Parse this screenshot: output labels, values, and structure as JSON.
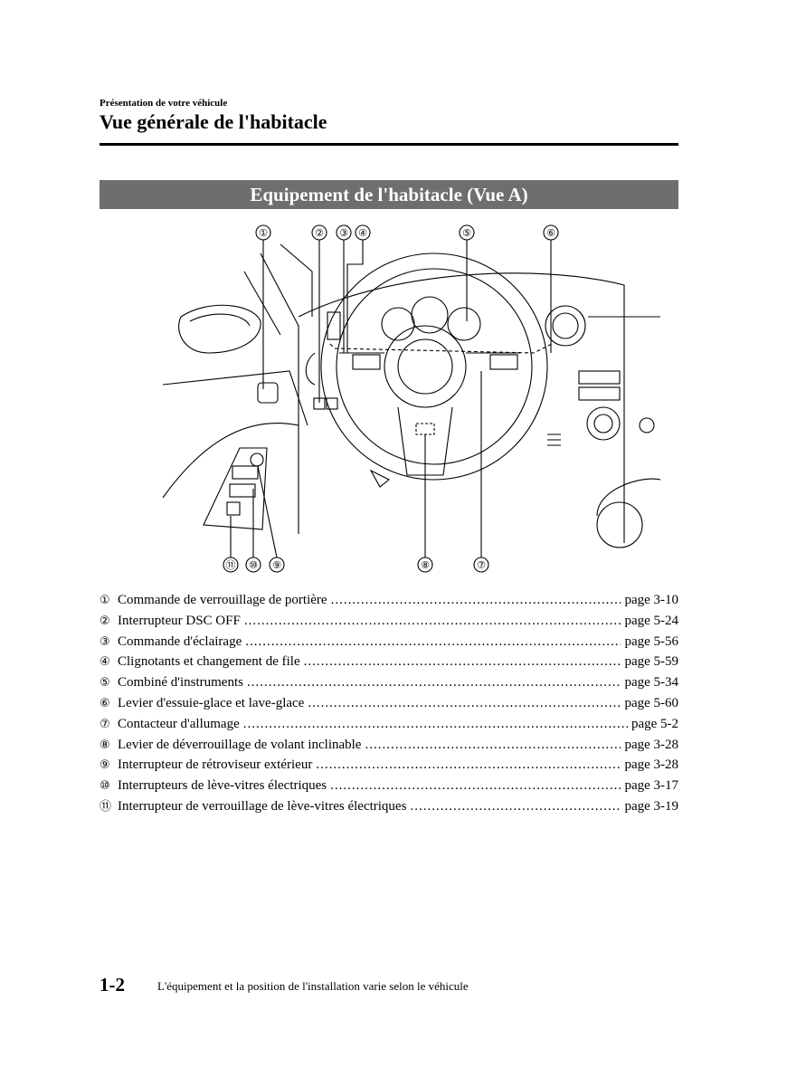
{
  "header": {
    "section": "Présentation de votre véhicule",
    "title": "Vue générale de l'habitacle"
  },
  "banner": "Equipement de l'habitacle (Vue A)",
  "figure": {
    "callouts_top": [
      "①",
      "②",
      "③",
      "④",
      "⑤",
      "⑥"
    ],
    "callouts_bottom": [
      "⑪",
      "⑩",
      "⑨",
      "⑧",
      "⑦"
    ]
  },
  "legend": [
    {
      "num": "①",
      "label": "Commande de verrouillage de portière",
      "page": "page 3-10"
    },
    {
      "num": "②",
      "label": "Interrupteur DSC OFF",
      "page": "page 5-24"
    },
    {
      "num": "③",
      "label": "Commande d'éclairage",
      "page": "page 5-56"
    },
    {
      "num": "④",
      "label": "Clignotants et changement de file",
      "page": "page 5-59"
    },
    {
      "num": "⑤",
      "label": "Combiné d'instruments",
      "page": "page 5-34"
    },
    {
      "num": "⑥",
      "label": "Levier d'essuie-glace et lave-glace",
      "page": "page 5-60"
    },
    {
      "num": "⑦",
      "label": "Contacteur d'allumage",
      "page": "page 5-2"
    },
    {
      "num": "⑧",
      "label": "Levier de déverrouillage de volant inclinable",
      "page": "page 3-28"
    },
    {
      "num": "⑨",
      "label": "Interrupteur de rétroviseur extérieur",
      "page": "page 3-28"
    },
    {
      "num": "⑩",
      "label": "Interrupteurs de lève-vitres électriques",
      "page": "page 3-17"
    },
    {
      "num": "⑪",
      "label": "Interrupteur de verrouillage de lève-vitres électriques",
      "page": "page 3-19"
    }
  ],
  "footer": {
    "page_number": "1-2",
    "note": "L'équipement et la position de l'installation varie selon le véhicule"
  }
}
